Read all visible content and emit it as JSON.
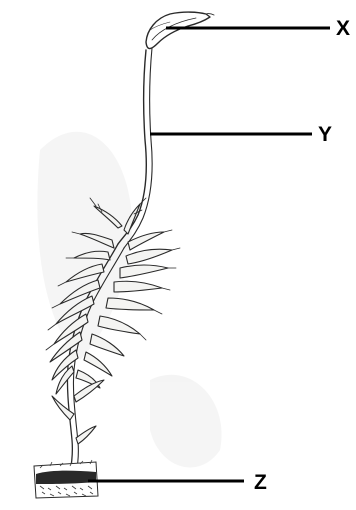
{
  "labels": {
    "x": "X",
    "y": "Y",
    "z": "Z"
  },
  "colors": {
    "ink": "#2a2a2a",
    "leader": "#000000",
    "background": "#ffffff"
  }
}
